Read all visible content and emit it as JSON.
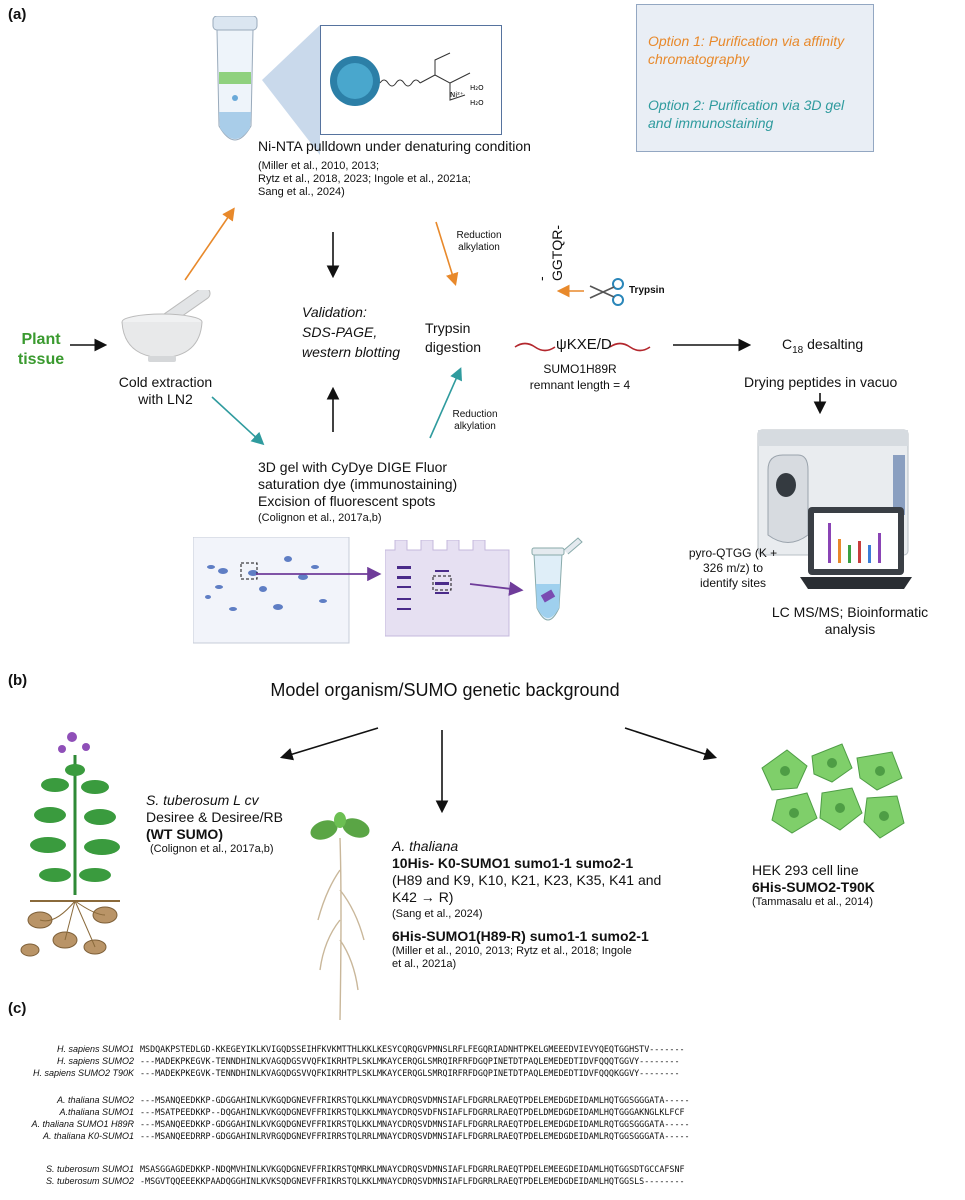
{
  "panels": {
    "a": "(a)",
    "b": "(b)",
    "c": "(c)"
  },
  "legend": {
    "option1": "Option 1: Purification via affinity chromatography",
    "option2": "Option 2: Purification via 3D gel and immunostaining",
    "option1_color": "#e8892b",
    "option2_color": "#2f9b9e"
  },
  "workflow": {
    "plant_tissue": "Plant tissue",
    "cold_extraction": "Cold extraction with LN2",
    "ni_nta": "Ni-NTA pulldown under denaturing condition",
    "ni_nta_refs": [
      "(Miller et al., 2010, 2013;",
      "Rytz et al., 2018, 2023; Ingole et al., 2021a;",
      "Sang et al., 2024)"
    ],
    "validation": "Validation: SDS-PAGE, western blotting",
    "reduction_alkylation_top": "Reduction alkylation",
    "reduction_alkylation_bottom": "Reduction alkylation",
    "trypsin_digestion": "Trypsin digestion",
    "peptide_tag": "-GGTQR-",
    "trypsin": "Trypsin",
    "motif": "ψKXE/D",
    "sumo_mutant": "SUMO1H89R",
    "remnant": "remnant length = 4",
    "c18": "C18 desalting",
    "drying": "Drying peptides in vacuo",
    "pyro": "pyro-QTGG (K + 326 m/z) to identify sites",
    "lcms": "LC MS/MS; Bioinformatic analysis",
    "gel3d": "3D gel with CyDye DIGE Fluor saturation dye (immunostaining) Excision of fluorescent spots",
    "gel3d_ref": "(Colignon et al., 2017a,b)"
  },
  "organisms": {
    "title": "Model organism/SUMO genetic background",
    "potato": [
      "S. tuberosum L cv",
      "Desiree & Desiree/RB",
      "(WT SUMO)",
      "(Colignon et al., 2017a,b)"
    ],
    "arabidopsis": {
      "name": "A. thaliana",
      "line1": "10His- K0-SUMO1 sumo1-1 sumo2-1",
      "line1_detail": "(H89 and K9, K10, K21, K23, K35, K41 and K42 → R)",
      "line1_ref": "(Sang et al., 2024)",
      "line2": "6His-SUMO1(H89-R) sumo1-1 sumo2-1",
      "line2_ref": "(Miller et al., 2010, 2013; Rytz et al., 2018; Ingole et al., 2021a)"
    },
    "hek": [
      "HEK 293 cell line",
      "6His-SUMO2-T90K",
      "(Tammasalu et al., 2014)"
    ]
  },
  "alignment": {
    "groups": [
      [
        {
          "name": "H. sapiens SUMO1",
          "seq": "MSDQAKPSTEDLGD-KKEGEYIKLKVIGQDSSEIHFKVKMTTHLKKLKESYCQRQGVPMNSLRFLFEGQRIADNHTPKELGMEEEDVIEVYQEQTGGHSTV-------"
        },
        {
          "name": "H. sapiens SUMO2",
          "seq": "---MADEKPKEGVK-TENNDHINLKVAGQDGSVVQFKIKRHTPLSKLMKAYCERQGLSMRQIRFRFDGQPINETDTPAQLEMEDEDTIDVFQQQTGGVY--------"
        },
        {
          "name": "H. sapiens SUMO2 T90K",
          "seq": "---MADEKPKEGVK-TENNDHINLKVAGQDGSVVQFKIKRHTPLSKLMKAYCERQGLSMRQIRFRFDGQPINETDTPAQLEMEDEDTIDVFQQQKGGVY--------"
        }
      ],
      [
        {
          "name": "A. thaliana SUMO2",
          "seq": "---MSANQEEDKKP-GDGGAHINLKVKGQDGNEVFFRIKRSTQLKKLMNAYCDRQSVDMNSIAFLFDGRRLRAEQTPDELEMEDGDEIDAMLHQTGGSGGGATA-----"
        },
        {
          "name": "A.thaliana SUMO1",
          "seq": "---MSATPEEDKKP--DQGAHINLKVKGQDGNEVFFRIKRSTQLKKLMNAYCDRQSVDFNSIAFLFDGRRLRAEQTPDELDMEDGDEIDAMLHQTGGGAKNGLKLFCF"
        },
        {
          "name": "A. thaliana SUMO1 H89R",
          "seq": "---MSANQEEDKKP-GDGGAHINLKVKGQDGNEVFFRIKRSTQLKKLMNAYCDRQSVDMNSIAFLFDGRRLRAEQTPDELEMEDGDEIDAMLRQTGGSGGGATA-----"
        },
        {
          "name": "A. thaliana K0-SUMO1",
          "seq": "---MSANQEEDRRP-GDGGAHINLRVRGQDGNEVFFRIRRSTQLRRLMNAYCDRQSVDMNSIAFLFDGRRLRAEQTPDELEMEDGDEIDAMLRQTGGSGGGATA-----"
        }
      ],
      [
        {
          "name": "S. tuberosum SUMO1",
          "seq": "MSASGGAGDEDKKP-NDQMVHINLKVKGQDGNEVFFRIKRSTQMRKLMNAYCDRQSVDMNSIAFLFDGRRLRAEQTPDELEMEEGDEIDAMLHQTGGSDTGCCAFSNF"
        },
        {
          "name": "S. tuberosum SUMO2",
          "seq": "-MSGVTQQEEEKKPAADQGGHINLKVKSQDGNEVFFRIKRSTQLKKLMNAYCDRQSVDMNSIAFLFDGRRLRAEQTPDELEMEDGDEIDAMLHQTGGSLS--------"
        }
      ]
    ]
  }
}
